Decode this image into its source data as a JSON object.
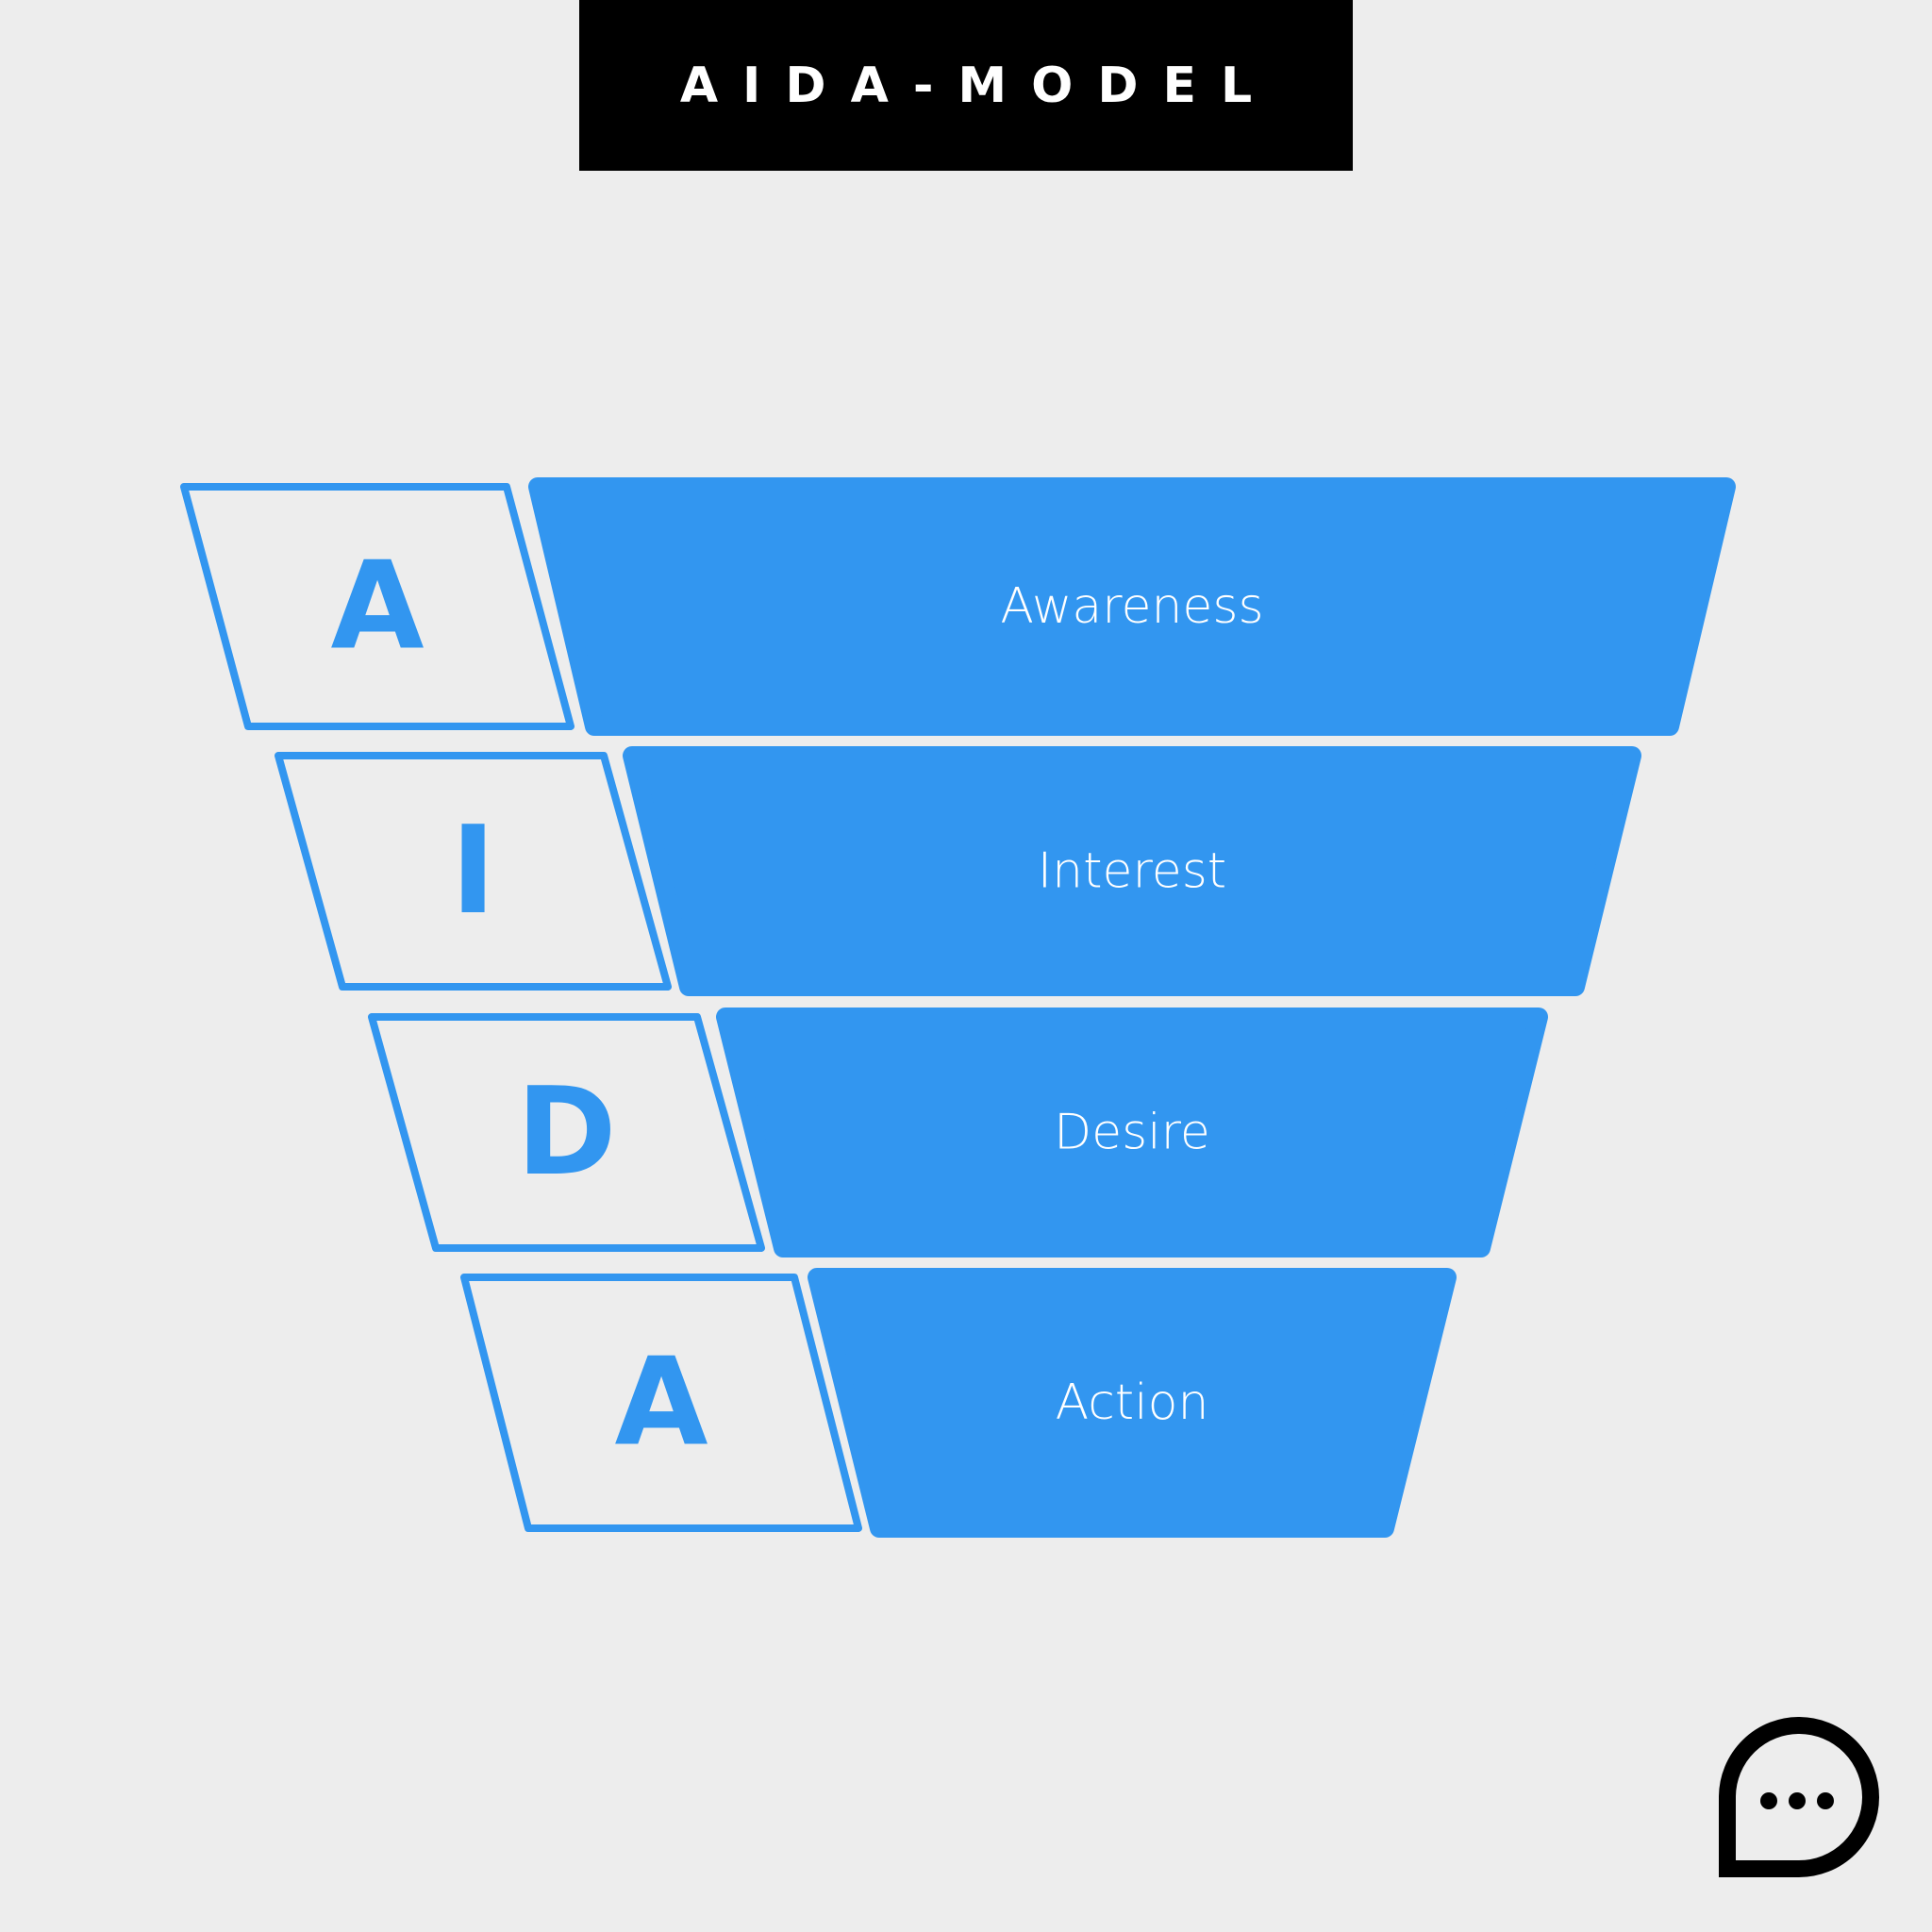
{
  "title": "AIDA-MODEL",
  "colors": {
    "accent": "#3296f0",
    "background": "#ededed",
    "banner": "#000000",
    "stage_text": "#ffffff"
  },
  "stages": [
    {
      "letter": "A",
      "label": "Awareness"
    },
    {
      "letter": "I",
      "label": "Interest"
    },
    {
      "letter": "D",
      "label": "Desire"
    },
    {
      "letter": "A",
      "label": "Action"
    }
  ],
  "logo": {
    "icon": "chat-bubble-ellipsis-icon"
  }
}
